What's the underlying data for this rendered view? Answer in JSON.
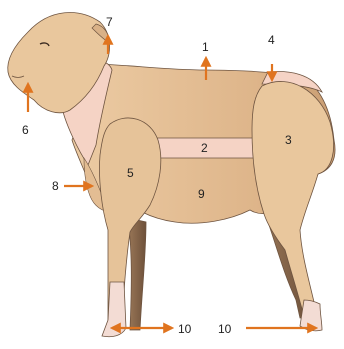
{
  "colors": {
    "body": "#e9c79d",
    "body_shadow": "#c99d72",
    "band": "#f5d3c5",
    "hoof": "#f3dcd4",
    "leg_dark": "#8a6a4e",
    "leg_dark_back": "#a07c5a",
    "outline": "#6e5440",
    "arrow": "#e0741f",
    "text": "#222222"
  },
  "labels": [
    {
      "id": "1",
      "text": "1"
    },
    {
      "id": "2",
      "text": "2"
    },
    {
      "id": "3",
      "text": "3"
    },
    {
      "id": "4",
      "text": "4"
    },
    {
      "id": "5",
      "text": "5"
    },
    {
      "id": "6",
      "text": "6"
    },
    {
      "id": "7",
      "text": "7"
    },
    {
      "id": "8",
      "text": "8"
    },
    {
      "id": "9",
      "text": "9"
    },
    {
      "id": "10a",
      "text": "10"
    },
    {
      "id": "10b",
      "text": "10"
    }
  ]
}
